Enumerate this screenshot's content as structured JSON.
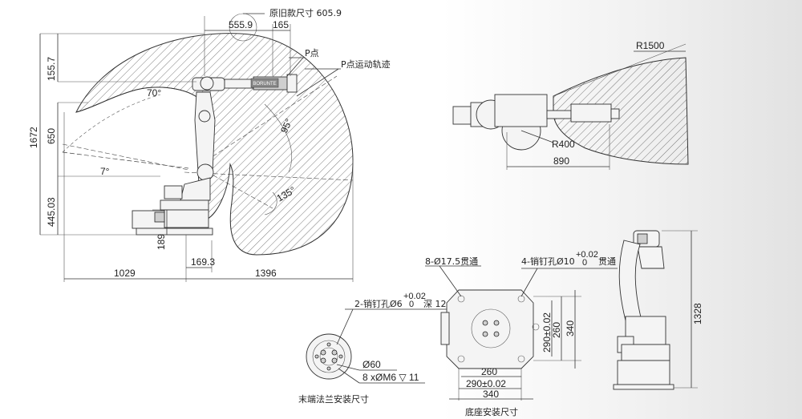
{
  "side_view": {
    "old_size_label": "原旧款尺寸 605.9",
    "dim_555": "555.9",
    "dim_165": "165",
    "p_point": "P点",
    "p_trajectory": "P点运动轨迹",
    "dim_1557": "155.7",
    "dim_1672": "1672",
    "dim_650": "650",
    "dim_44503": "445.03",
    "dim_189": "189",
    "dim_1693": "169.3",
    "dim_1029": "1029",
    "dim_1396": "1396",
    "ang_70": "70°",
    "ang_95": "95°",
    "ang_7": "7°",
    "ang_135": "135°",
    "brand_arm": "BORUNTE"
  },
  "top_view": {
    "r1500": "R1500",
    "r400": "R400",
    "dim_890": "890"
  },
  "flange": {
    "pin_label": "2-销钉孔Ø6",
    "tol_upper": "+0.02",
    "tol_lower": "0",
    "depth": "深 12",
    "dia60": "Ø60",
    "bolts": "8 xØM6 ▽ 11",
    "caption": "末端法兰安装尺寸"
  },
  "base": {
    "holes": "8-Ø17.5贯通",
    "pin_label": "4-销钉孔Ø10",
    "tol_upper": "+0.02",
    "tol_lower": "0",
    "through": "贯通",
    "dim_260_v": "260",
    "dim_290_v": "290±0.02",
    "dim_340_v": "340",
    "dim_260_h": "260",
    "dim_290_h": "290±0.02",
    "dim_340_h": "340",
    "caption": "底座安装尺寸"
  },
  "front_view": {
    "dim_1328": "1328"
  }
}
